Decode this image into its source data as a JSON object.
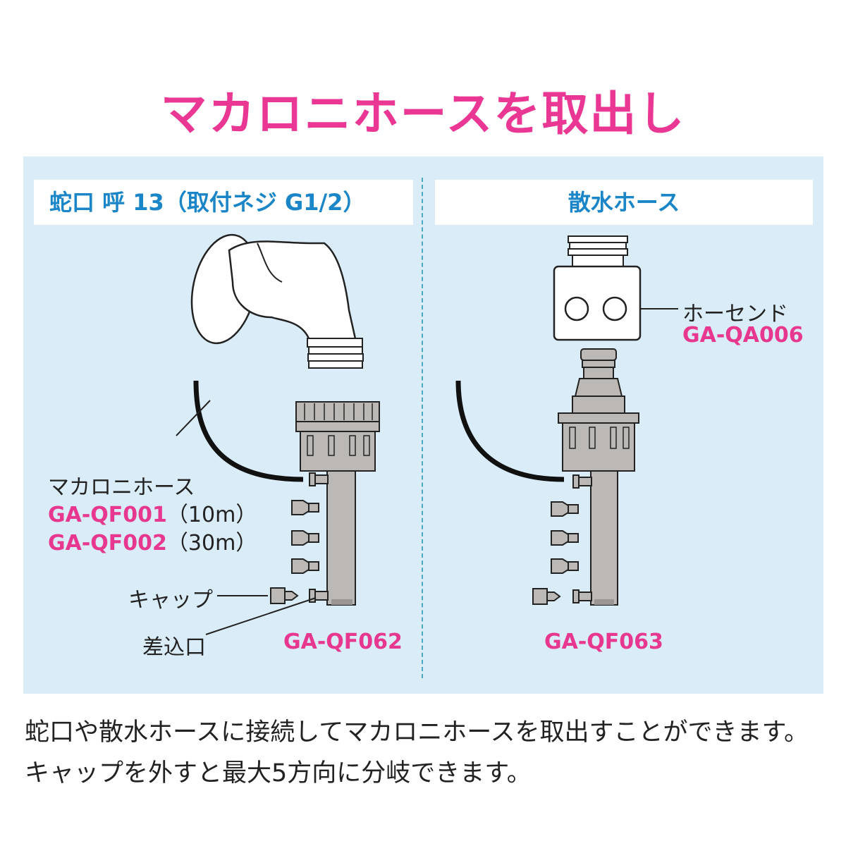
{
  "title": "マカロニホースを取出し",
  "left": {
    "header": "蛇口 呼 13（取付ネジ G1/2）",
    "hose_label": "マカロニホース",
    "hose_model_1": "GA-QF001",
    "hose_len_1": "（10m）",
    "hose_model_2": "GA-QF002",
    "hose_len_2": "（30m）",
    "cap_label": "キャップ",
    "inlet_label": "差込口",
    "model": "GA-QF062"
  },
  "right": {
    "header": "散水ホース",
    "hose_end_label": "ホーセンド",
    "hose_end_model": "GA-QA006",
    "model": "GA-QF063"
  },
  "description": [
    "蛇口や散水ホースに接続してマカロニホースを取出すことができます。",
    "キャップを外すと最大5方向に分岐できます。"
  ],
  "colors": {
    "title": "#ea3793",
    "header_text": "#1a85c7",
    "panel_bg": "#d9ecf7",
    "model_text": "#e8378e",
    "part_gray": "#bcb8b5"
  }
}
